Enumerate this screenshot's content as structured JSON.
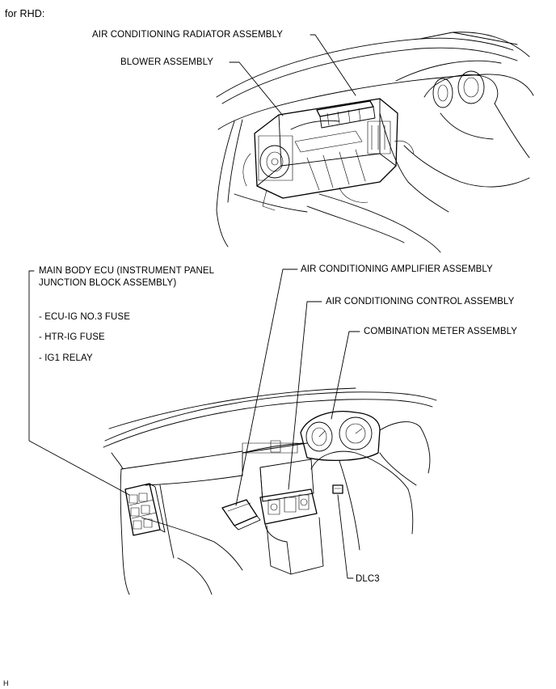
{
  "header": {
    "variant": "for RHD:"
  },
  "upper_view": {
    "labels": {
      "radiator": "AIR CONDITIONING RADIATOR ASSEMBLY",
      "blower": "BLOWER ASSEMBLY"
    }
  },
  "lower_view": {
    "labels": {
      "main_body_ecu_line1": "MAIN BODY ECU (INSTRUMENT PANEL",
      "main_body_ecu_line2": "JUNCTION BLOCK ASSEMBLY)",
      "fuse1": "- ECU-IG NO.3 FUSE",
      "fuse2": "- HTR-IG FUSE",
      "relay": "- IG1 RELAY",
      "amplifier": "AIR CONDITIONING AMPLIFIER ASSEMBLY",
      "control": "AIR CONDITIONING CONTROL ASSEMBLY",
      "meter": "COMBINATION METER ASSEMBLY",
      "dlc3": "DLC3"
    }
  },
  "footer": {
    "mark": "H"
  }
}
